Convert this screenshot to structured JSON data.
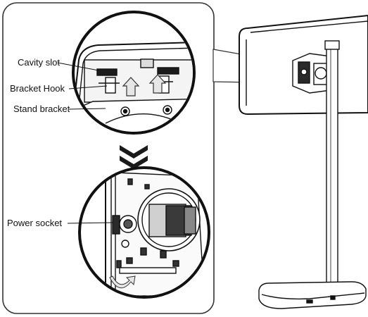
{
  "callouts": {
    "cavity_slot": "Cavity slot",
    "bracket_hook": "Bracket Hook",
    "stand_bracket": "Stand bracket",
    "power_socket": "Power socket"
  },
  "icons": {
    "step_arrow": "double-chevron-down-icon",
    "lift_arrows": "upward-arrow-icon",
    "rotate_arrow": "curved-arrow-icon"
  },
  "colors": {
    "line": "#111111",
    "panel_border": "#333333",
    "device_fill": "#ffffff",
    "dark_part": "#222222",
    "arrow_fill": "#e6e6e6"
  }
}
